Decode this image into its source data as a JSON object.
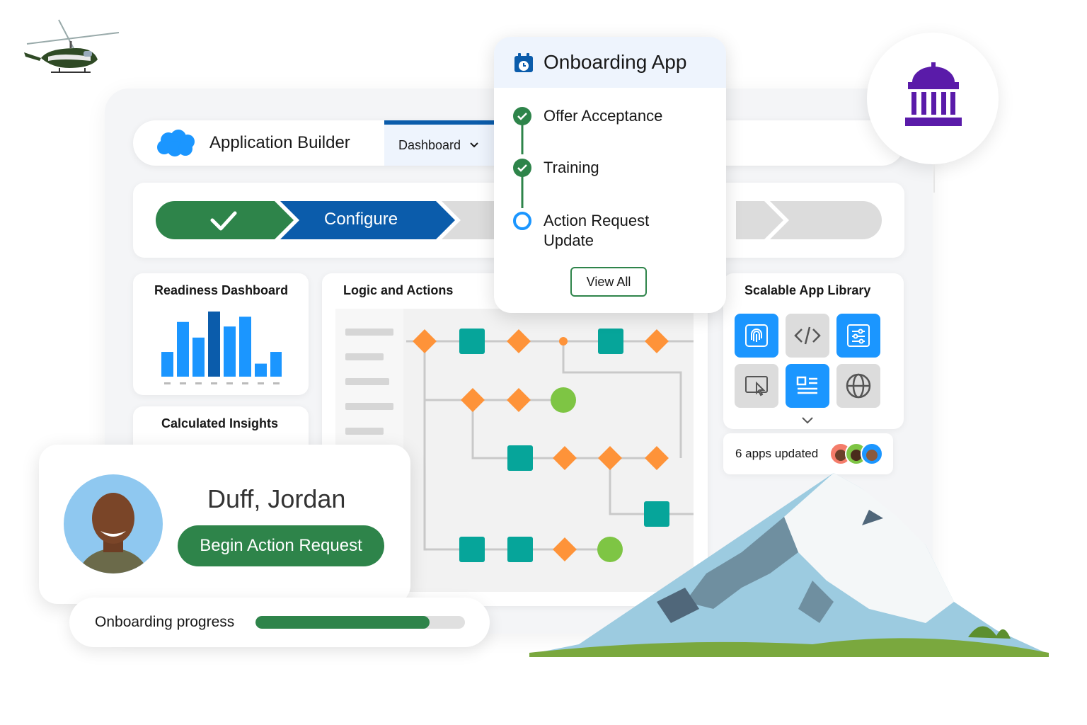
{
  "header": {
    "app_title": "Application Builder",
    "tab_label": "Dashboard",
    "logo_icon": "cloud-icon"
  },
  "path": {
    "steps": [
      {
        "label": "",
        "state": "complete",
        "icon": "check-icon"
      },
      {
        "label": "Configure",
        "state": "current"
      },
      {
        "label": "",
        "state": "upcoming"
      },
      {
        "label": "",
        "state": "upcoming"
      }
    ]
  },
  "readiness": {
    "title": "Readiness Dashboard",
    "bars": [
      0.38,
      0.84,
      0.6,
      1.0,
      0.77,
      0.92,
      0.2,
      0.38
    ],
    "highlight_index": 3
  },
  "insights": {
    "title": "Calculated Insights"
  },
  "logic": {
    "title": "Logic and Actions"
  },
  "onboarding": {
    "title": "Onboarding App",
    "icon": "calendar-icon",
    "steps": [
      {
        "label": "Offer Acceptance",
        "state": "complete"
      },
      {
        "label": "Training",
        "state": "complete"
      },
      {
        "label_line1": "Action Request",
        "label_line2": "Update",
        "state": "current"
      }
    ],
    "view_all": "View All"
  },
  "library": {
    "title": "Scalable App Library",
    "tiles": [
      {
        "icon": "fingerprint-icon",
        "style": "blue"
      },
      {
        "icon": "code-icon",
        "style": "grey"
      },
      {
        "icon": "settings-sliders-icon",
        "style": "blue"
      },
      {
        "icon": "screen-pointer-icon",
        "style": "grey"
      },
      {
        "icon": "article-list-icon",
        "style": "blue"
      },
      {
        "icon": "globe-icon",
        "style": "grey"
      }
    ],
    "updated_text": "6 apps updated"
  },
  "profile": {
    "name": "Duff, Jordan",
    "action": "Begin Action Request"
  },
  "progress": {
    "label": "Onboarding progress",
    "value": 0.83
  },
  "colors": {
    "green": "#2e844a",
    "blue": "#0b5cab",
    "light_blue": "#1b96ff",
    "orange": "#fe9339",
    "teal": "#06a59a",
    "lime": "#7ec544",
    "purple": "#5a1ba9"
  }
}
